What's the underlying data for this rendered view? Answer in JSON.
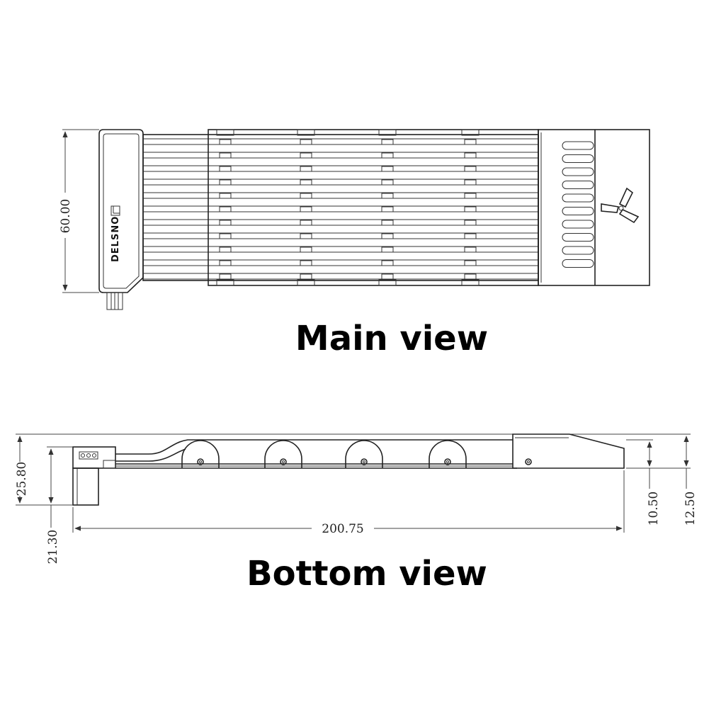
{
  "main_view": {
    "caption": "Main view",
    "height_dimension": "60.00",
    "logo_text": "DELSNO",
    "logo_mark": "jonsbo-logo",
    "fan_mark": "tri-blade-icon"
  },
  "bottom_view": {
    "caption": "Bottom view",
    "dimensions": {
      "left_outer_height": "25.80",
      "left_inner_height": "21.30",
      "total_length": "200.75",
      "right_inner_height": "10.50",
      "right_outer_height": "12.50"
    }
  },
  "colors": {
    "line": "#222222",
    "background": "#ffffff"
  }
}
